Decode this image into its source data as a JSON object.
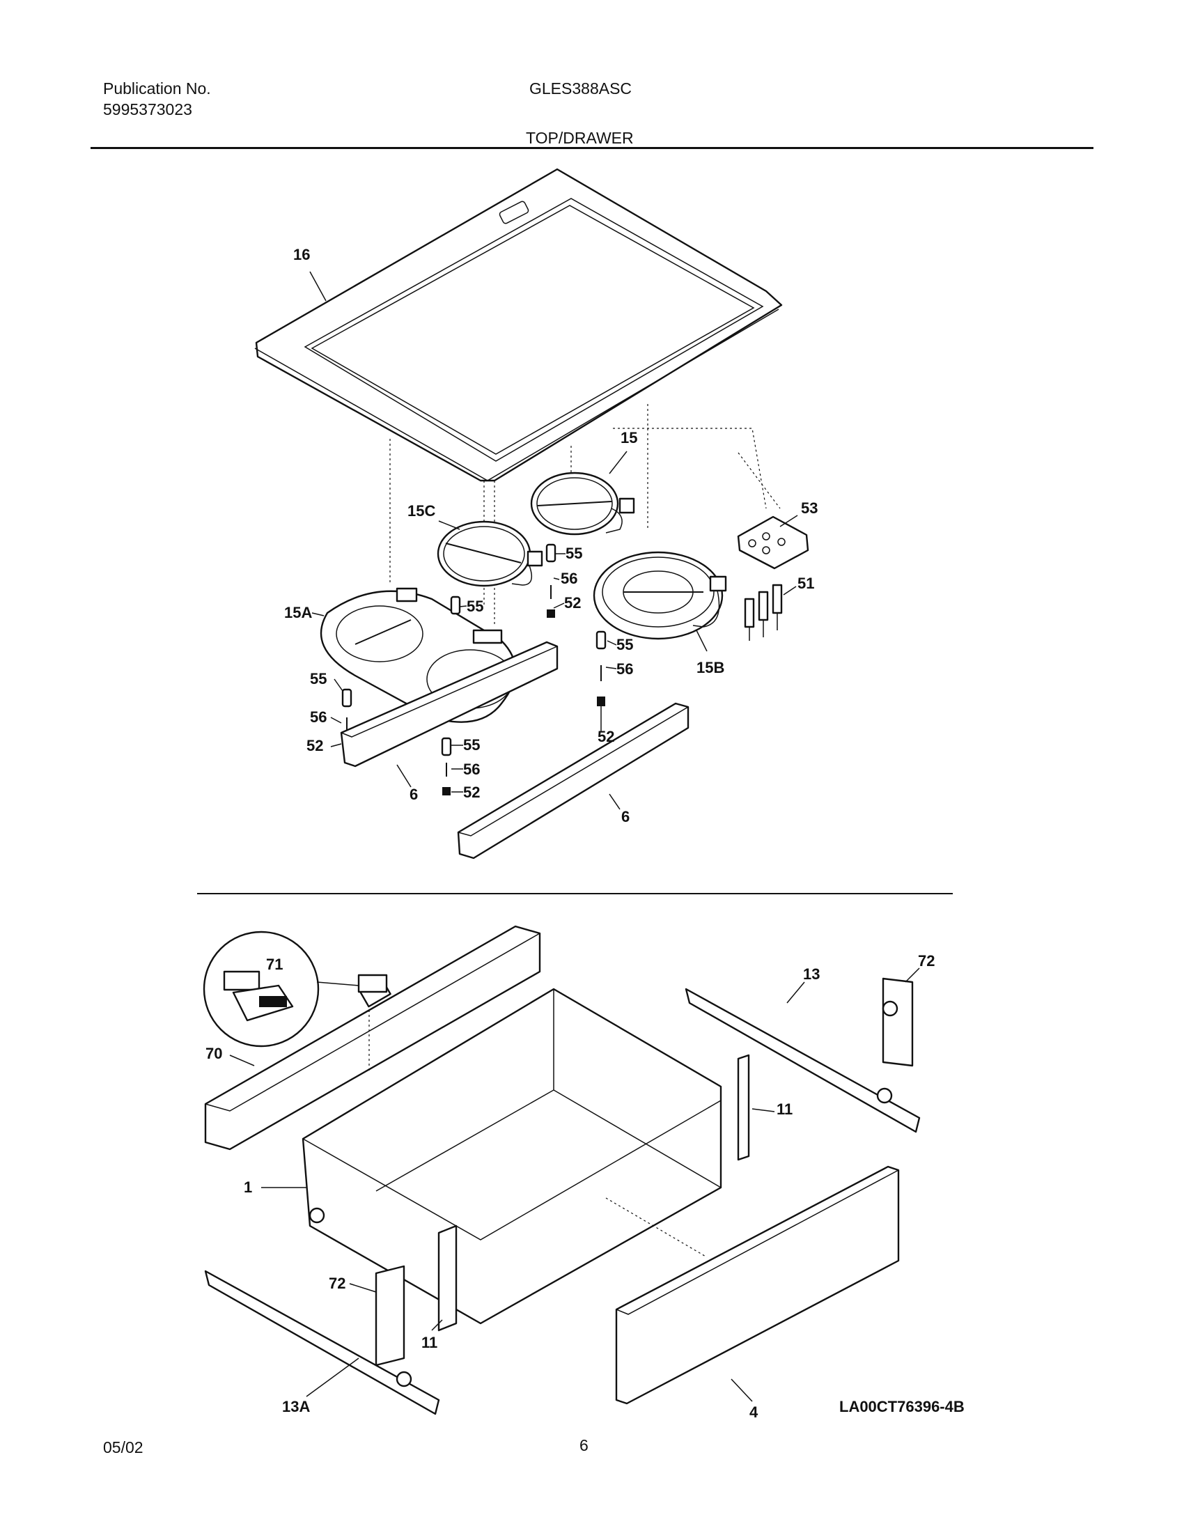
{
  "header": {
    "publication_label": "Publication No.",
    "publication_number": "5995373023",
    "model": "GLES388ASC",
    "section_title": "TOP/DRAWER"
  },
  "footer": {
    "date": "05/02",
    "page_number": "6"
  },
  "diagram": {
    "drawing_code": "LA00CT76396-4B",
    "callouts": {
      "c16": "16",
      "c15": "15",
      "c15C": "15C",
      "c53": "53",
      "c55a": "55",
      "c56a": "56",
      "c52a": "52",
      "c51": "51",
      "c15A": "15A",
      "c55b": "55",
      "c55c": "55",
      "c56c": "56",
      "c15B": "15B",
      "c55d": "55",
      "c56d": "56",
      "c52d": "52",
      "c52c": "52",
      "c55e": "55",
      "c56e": "56",
      "c52e": "52",
      "c6a": "6",
      "c6b": "6",
      "c71": "71",
      "c72a": "72",
      "c13": "13",
      "c70": "70",
      "c11a": "11",
      "c1": "1",
      "c72b": "72",
      "c11b": "11",
      "c13A": "13A",
      "c4": "4"
    }
  }
}
